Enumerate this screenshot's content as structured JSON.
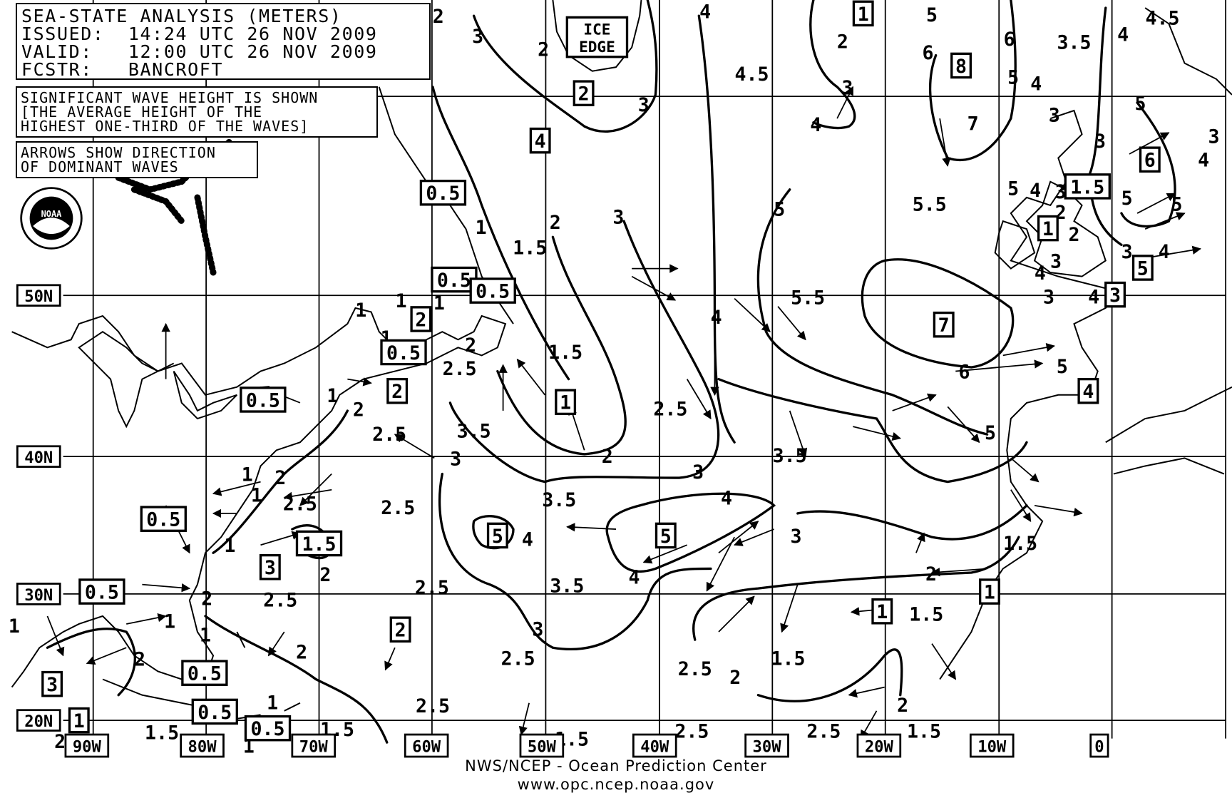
{
  "header": {
    "title": "SEA-STATE ANALYSIS (METERS)",
    "issued": "ISSUED:  14:24 UTC 26 NOV 2009",
    "valid": "VALID:   12:00 UTC 26 NOV 2009",
    "forecaster": "FCSTR:   BANCROFT"
  },
  "notes": {
    "wave_height": [
      "SIGNIFICANT WAVE HEIGHT IS SHOWN",
      "[THE AVERAGE HEIGHT OF THE",
      "HIGHEST ONE-THIRD OF THE WAVES]"
    ],
    "arrows": [
      "ARROWS SHOW DIRECTION",
      "OF DOMINANT WAVES"
    ]
  },
  "logo": {
    "text": "NOAA"
  },
  "ice_edge_label": [
    "ICE",
    "EDGE"
  ],
  "latitude_labels": [
    "50N",
    "40N",
    "30N",
    "20N"
  ],
  "longitude_labels": [
    "90W",
    "80W",
    "70W",
    "60W",
    "50W",
    "40W",
    "30W",
    "20W",
    "10W",
    "0"
  ],
  "boxed_labels": [
    "1",
    "2",
    "4",
    "8",
    "0.5",
    "0.5",
    "0.5",
    "2",
    "0.5",
    "2",
    "0.5",
    "1",
    "5",
    "5",
    "1.5",
    "3",
    "0.5",
    "0.5",
    "2",
    "1",
    "1",
    "3",
    "0.5",
    "0.5",
    "0.5",
    "1",
    "7",
    "6",
    "1.5",
    "1",
    "3",
    "5",
    "4"
  ],
  "contour_labels": [
    "2",
    "3",
    "2",
    "4",
    "3",
    "4.5",
    "2",
    "3",
    "4",
    "5",
    "6",
    "7",
    "6",
    "3.5",
    "5",
    "4",
    "4",
    "4.5",
    "3",
    "3",
    "5",
    "3",
    "4",
    "5.5",
    "5",
    "3",
    "2",
    "1",
    "1.5",
    "5.5",
    "4",
    "1.5",
    "2.5",
    "2",
    "1",
    "1",
    "1",
    "1",
    "6",
    "5",
    "5",
    "2.5",
    "3.5",
    "2.5",
    "3",
    "2",
    "3",
    "3.5",
    "2",
    "1",
    "2",
    "1",
    "1",
    "2.5",
    "2.5",
    "3.5",
    "4",
    "4",
    "3",
    "1.5",
    "4",
    "2",
    "2",
    "1",
    "2.5",
    "2.5",
    "3.5",
    "2",
    "1",
    "3",
    "1.5",
    "2",
    "2",
    "1",
    "2.5",
    "2.5",
    "2",
    "1.5",
    "2",
    "2.5",
    "1.5",
    "1",
    "1.5",
    "2.5",
    "2.5",
    "1.5",
    "1.5",
    "1",
    "2",
    "1",
    "5",
    "4",
    "3",
    "2",
    "2",
    "3",
    "4",
    "3",
    "4",
    "5",
    "5",
    "4",
    "3"
  ],
  "footer": {
    "agency": "NWS/NCEP - Ocean Prediction Center",
    "url": "www.opc.ncep.noaa.gov"
  }
}
